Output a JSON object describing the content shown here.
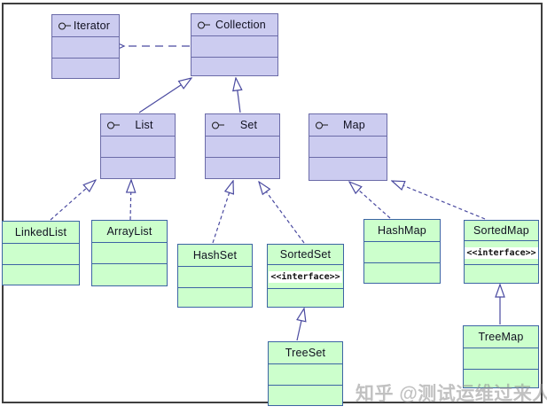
{
  "watermark": "知乎 @测试运维过来人",
  "classes": {
    "iterator": {
      "name": "Iterator",
      "kind": "interface",
      "icon": "lollipop-interface-icon"
    },
    "collection": {
      "name": "Collection",
      "kind": "interface",
      "icon": "lollipop-interface-icon"
    },
    "list": {
      "name": "List",
      "kind": "interface",
      "icon": "lollipop-interface-icon"
    },
    "set": {
      "name": "Set",
      "kind": "interface",
      "icon": "lollipop-interface-icon"
    },
    "map": {
      "name": "Map",
      "kind": "interface",
      "icon": "lollipop-interface-icon"
    },
    "linkedlist": {
      "name": "LinkedList",
      "kind": "class"
    },
    "arraylist": {
      "name": "ArrayList",
      "kind": "class"
    },
    "hashset": {
      "name": "HashSet",
      "kind": "class"
    },
    "sortedset": {
      "name": "SortedSet",
      "kind": "interface",
      "stereotype": "<<interface>>"
    },
    "hashmap": {
      "name": "HashMap",
      "kind": "class"
    },
    "sortedmap": {
      "name": "SortedMap",
      "kind": "interface",
      "stereotype": "<<interface>>"
    },
    "treeset": {
      "name": "TreeSet",
      "kind": "class"
    },
    "treemap": {
      "name": "TreeMap",
      "kind": "class"
    }
  },
  "relationships": [
    {
      "from": "Collection",
      "to": "Iterator",
      "type": "dependency-dashed-open-arrow"
    },
    {
      "from": "List",
      "to": "Collection",
      "type": "generalization-solid-hollow-triangle"
    },
    {
      "from": "Set",
      "to": "Collection",
      "type": "generalization-solid-hollow-triangle"
    },
    {
      "from": "LinkedList",
      "to": "List",
      "type": "realization-dashed-hollow-triangle"
    },
    {
      "from": "ArrayList",
      "to": "List",
      "type": "realization-dashed-hollow-triangle"
    },
    {
      "from": "HashSet",
      "to": "Set",
      "type": "realization-dashed-hollow-triangle"
    },
    {
      "from": "SortedSet",
      "to": "Set",
      "type": "realization-dashed-hollow-triangle"
    },
    {
      "from": "HashMap",
      "to": "Map",
      "type": "realization-dashed-hollow-triangle"
    },
    {
      "from": "SortedMap",
      "to": "Map",
      "type": "realization-dashed-hollow-triangle"
    },
    {
      "from": "TreeSet",
      "to": "SortedSet",
      "type": "generalization-solid-hollow-triangle"
    },
    {
      "from": "TreeMap",
      "to": "SortedMap",
      "type": "generalization-solid-hollow-triangle"
    }
  ],
  "colors": {
    "interface_fill": "#ccccf0",
    "interface_border": "#6b6ba8",
    "class_fill": "#ccffcc",
    "class_border": "#3c64a4",
    "connector": "#4a4aa0",
    "frame": "#3f3f3f",
    "watermark": "#8f8f8f"
  }
}
